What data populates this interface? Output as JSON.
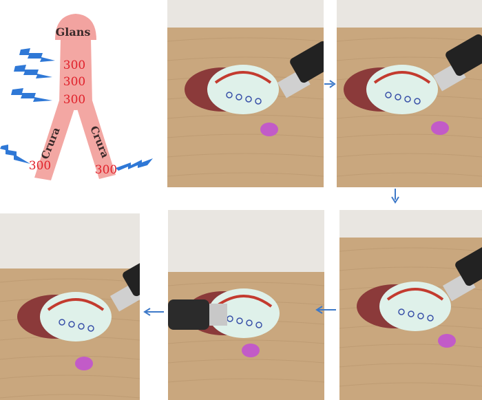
{
  "diagram": {
    "glans_label": "Glans",
    "crura_left_label": "Crura",
    "crura_right_label": "Crura",
    "shaft_counts": [
      "300",
      "300",
      "300"
    ],
    "crura_left_count": "300",
    "crura_right_count": "300"
  },
  "colors": {
    "tissue": "#f3a7a3",
    "tissue_dark": "#e58c88",
    "count_text": "#e0202a",
    "shock_icon": "#2f78d6",
    "arrow": "#3c78c8",
    "marker": "#c25bc8",
    "bed": "#c9a77e"
  },
  "photos": [
    {
      "id": "step-1"
    },
    {
      "id": "step-2"
    },
    {
      "id": "step-3"
    },
    {
      "id": "step-4"
    },
    {
      "id": "step-5"
    }
  ]
}
